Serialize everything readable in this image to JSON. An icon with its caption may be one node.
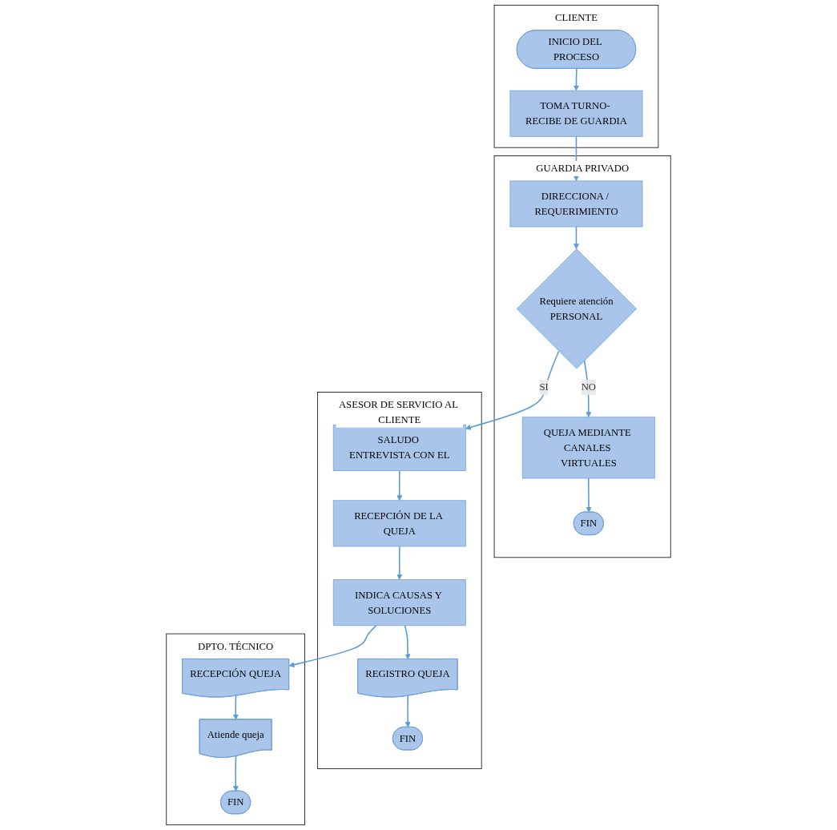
{
  "diagram": {
    "nodes": [
      {
        "text": [
          "CLIENTE"
        ]
      },
      {
        "text": [
          "GUARDIA PRIVADO"
        ]
      },
      {
        "text": [
          "ASESOR DE SERVICIO AL CLIENTE"
        ]
      },
      {
        "text": [
          "DPTO. TÉCNICO"
        ]
      },
      {
        "text": [
          "INICIO DEL PROCESO"
        ],
        "in": 0
      },
      {
        "text": [
          "TOMA TURNO- RECIBE DE GUARDIA"
        ],
        "in": 0
      },
      {
        "text": [
          "DIRECCIONA / REQUERIMIENTO"
        ],
        "in": 1
      },
      {
        "text": [
          "Requiere atención",
          "PERSONAL"
        ],
        "in": 1
      },
      {
        "text": [
          "QUEJA MEDIANTE CANALES VIRTUALES"
        ],
        "in": 1
      },
      {
        "text": [
          "FIN"
        ],
        "in": 1
      },
      {
        "text": [
          "SALUDO ENTREVISTA CON EL"
        ],
        "in": 2
      },
      {
        "text": [
          "RECEPCIÓN DE LA QUEJA"
        ],
        "in": 2
      },
      {
        "text": [
          "INDICA CAUSAS Y SOLUCIONES"
        ],
        "in": 2
      },
      {
        "text": [
          "REGISTRO QUEJA"
        ],
        "in": 2
      },
      {
        "text": [
          "FIN"
        ],
        "in": 2
      },
      {
        "text": [
          "RECEPCIÓN QUEJA"
        ],
        "in": 3
      },
      {
        "text": [
          "Atiende queja"
        ],
        "in": 3
      },
      {
        "text": [
          "FIN"
        ],
        "in": 3
      }
    ],
    "edges": [
      {
        "from": 4,
        "to": 5,
        "arrow": "to"
      },
      {
        "from": 5,
        "to": 6,
        "arrow": "to"
      },
      {
        "from": 6,
        "to": 7,
        "arrow": "to"
      },
      {
        "from": 7,
        "to": 10,
        "arrow": "to",
        "label": "SI"
      },
      {
        "from": 7,
        "to": 8,
        "arrow": "to",
        "label": "NO"
      },
      {
        "from": 8,
        "to": 9,
        "arrow": "to"
      },
      {
        "from": 10,
        "to": 11,
        "arrow": "to"
      },
      {
        "from": 11,
        "to": 12,
        "arrow": "to"
      },
      {
        "from": 12,
        "to": 13,
        "arrow": "to"
      },
      {
        "from": 13,
        "to": 14,
        "arrow": "to"
      },
      {
        "from": 12,
        "to": 15,
        "arrow": "to"
      },
      {
        "from": 15,
        "to": 16,
        "arrow": "to"
      },
      {
        "from": 16,
        "to": 17,
        "arrow": "to"
      }
    ]
  }
}
